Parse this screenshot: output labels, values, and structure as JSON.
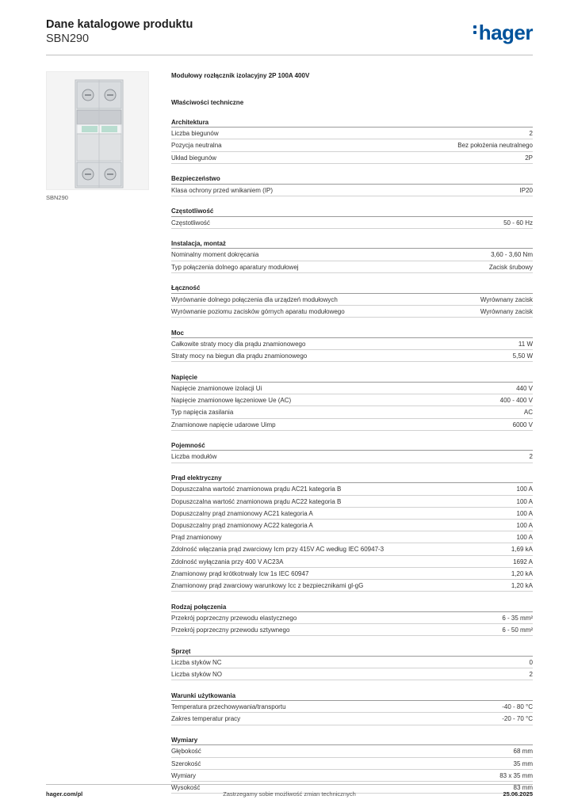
{
  "header": {
    "title": "Dane katalogowe produktu",
    "subtitle": "SBN290",
    "logo_text": "hager",
    "brand_color": "#00529b"
  },
  "image_caption": "SBN290",
  "product_name": "Modułowy rozłącznik izolacyjny 2P 100A 400V",
  "tech_heading": "Właściwości techniczne",
  "sections": [
    {
      "title": "Architektura",
      "rows": [
        {
          "label": "Liczba biegunów",
          "value": "2"
        },
        {
          "label": "Pozycja neutralna",
          "value": "Bez położenia neutralnego"
        },
        {
          "label": "Układ biegunów",
          "value": "2P"
        }
      ]
    },
    {
      "title": "Bezpieczeństwo",
      "rows": [
        {
          "label": "Klasa ochrony przed wnikaniem (IP)",
          "value": "IP20"
        }
      ]
    },
    {
      "title": "Częstotliwość",
      "rows": [
        {
          "label": "Częstotliwość",
          "value": "50 - 60 Hz"
        }
      ]
    },
    {
      "title": "Instalacja, montaż",
      "rows": [
        {
          "label": "Nominalny moment dokręcania",
          "value": "3,60 - 3,60 Nm"
        },
        {
          "label": "Typ połączenia dolnego aparatury modułowej",
          "value": "Zacisk śrubowy"
        }
      ]
    },
    {
      "title": "Łączność",
      "rows": [
        {
          "label": "Wyrównanie dolnego połączenia dla urządzeń modułowych",
          "value": "Wyrównany zacisk"
        },
        {
          "label": "Wyrównanie poziomu zacisków górnych aparatu modułowego",
          "value": "Wyrównany zacisk"
        }
      ]
    },
    {
      "title": "Moc",
      "rows": [
        {
          "label": "Całkowite straty mocy dla prądu znamionowego",
          "value": "11 W"
        },
        {
          "label": "Straty mocy na biegun dla prądu znamionowego",
          "value": "5,50 W"
        }
      ]
    },
    {
      "title": "Napięcie",
      "rows": [
        {
          "label": "Napięcie znamionowe izolacji Ui",
          "value": "440 V"
        },
        {
          "label": "Napięcie znamionowe łączeniowe Ue (AC)",
          "value": "400 - 400 V"
        },
        {
          "label": "Typ napięcia zasilania",
          "value": "AC"
        },
        {
          "label": "Znamionowe napięcie udarowe Uimp",
          "value": "6000 V"
        }
      ]
    },
    {
      "title": "Pojemność",
      "rows": [
        {
          "label": "Liczba modułów",
          "value": "2"
        }
      ]
    },
    {
      "title": "Prąd elektryczny",
      "rows": [
        {
          "label": "Dopuszczalna wartość znamionowa prądu AC21 kategoria B",
          "value": "100 A"
        },
        {
          "label": "Dopuszczalna wartość znamionowa prądu AC22 kategoria B",
          "value": "100 A"
        },
        {
          "label": "Dopuszczalny prąd znamionowy AC21 kategoria A",
          "value": "100 A"
        },
        {
          "label": "Dopuszczalny prąd znamionowy AC22 kategoria A",
          "value": "100 A"
        },
        {
          "label": "Prąd znamionowy",
          "value": "100 A"
        },
        {
          "label": "Zdolność włączania prąd zwarciowy Icm przy 415V AC według IEC 60947-3",
          "value": "1,69 kA"
        },
        {
          "label": "Zdolność wyłączania przy 400 V AC23A",
          "value": "1692 A"
        },
        {
          "label": "Znamionowy prąd krótkotrwały Icw 1s IEC 60947",
          "value": "1,20 kA"
        },
        {
          "label": "Znamionowy prąd zwarciowy warunkowy Icc z bezpiecznikami gl-gG",
          "value": "1,20 kA"
        }
      ]
    },
    {
      "title": "Rodzaj połączenia",
      "rows": [
        {
          "label": "Przekrój poprzeczny przewodu elastycznego",
          "value": "6 - 35 mm²"
        },
        {
          "label": "Przekrój poprzeczny przewodu sztywnego",
          "value": "6 - 50 mm²"
        }
      ]
    },
    {
      "title": "Sprzęt",
      "rows": [
        {
          "label": "Liczba styków NC",
          "value": "0"
        },
        {
          "label": "Liczba styków NO",
          "value": "2"
        }
      ]
    },
    {
      "title": "Warunki użytkowania",
      "rows": [
        {
          "label": "Temperatura przechowywania/transportu",
          "value": "-40 - 80 °C"
        },
        {
          "label": "Zakres temperatur pracy",
          "value": "-20 - 70 °C"
        }
      ]
    },
    {
      "title": "Wymiary",
      "rows": [
        {
          "label": "Głębokość",
          "value": "68 mm"
        },
        {
          "label": "Szerokość",
          "value": "35 mm"
        },
        {
          "label": "Wymiary",
          "value": "83 x 35 mm"
        },
        {
          "label": "Wysokość",
          "value": "83 mm"
        }
      ]
    }
  ],
  "footer": {
    "left": "hager.com/pl",
    "center": "Zastrzegamy sobie możliwość zmian technicznych",
    "right": "25.06.2025"
  }
}
